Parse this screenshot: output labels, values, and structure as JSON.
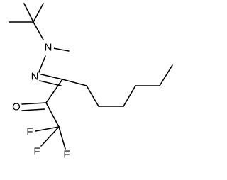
{
  "molecule": {
    "atoms": {
      "n_methyl_amine": "N",
      "n_imine": "N",
      "carbonyl_oxygen": "O",
      "fluorine_left": "F",
      "fluorine_bottom_left": "F",
      "fluorine_bottom_right": "F"
    },
    "colors": {
      "bond": "#000000",
      "label": "#000000",
      "background": "#ffffff"
    }
  }
}
